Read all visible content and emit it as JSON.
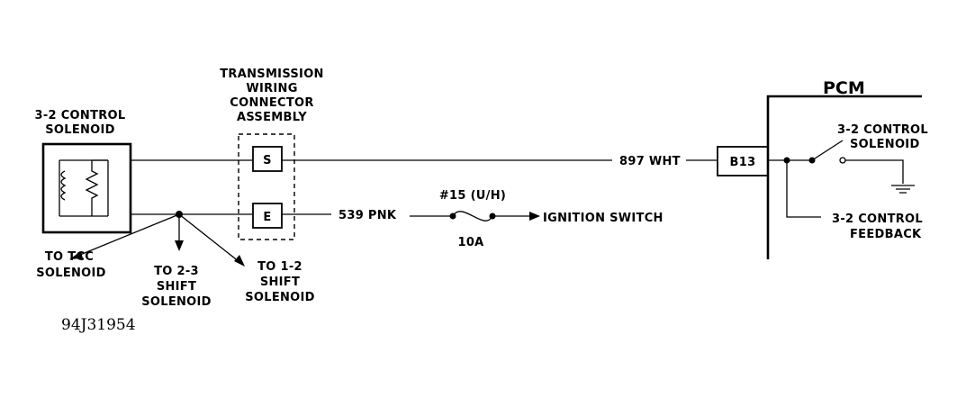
{
  "solenoid": {
    "title_line1": "3-2 CONTROL",
    "title_line2": "SOLENOID"
  },
  "connector": {
    "title_line1": "TRANSMISSION",
    "title_line2": "WIRING",
    "title_line3": "CONNECTOR",
    "title_line4": "ASSEMBLY",
    "pin_s": "S",
    "pin_e": "E"
  },
  "wires": {
    "white": "897 WHT",
    "pink": "539 PNK"
  },
  "fuse": {
    "name": "#15 (U/H)",
    "rating": "10A",
    "destination": "IGNITION SWITCH"
  },
  "branches": {
    "tcc_line1": "TO TCC",
    "tcc_line2": "SOLENOID",
    "shift23_line1": "TO 2-3",
    "shift23_line2": "SHIFT",
    "shift23_line3": "SOLENOID",
    "shift12_line1": "TO 1-2",
    "shift12_line2": "SHIFT",
    "shift12_line3": "SOLENOID"
  },
  "pcm": {
    "title": "PCM",
    "terminal": "B13",
    "switch_line1": "3-2 CONTROL",
    "switch_line2": "SOLENOID",
    "feedback_line1": "3-2 CONTROL",
    "feedback_line2": "FEEDBACK"
  },
  "figure_id": "94J31954"
}
